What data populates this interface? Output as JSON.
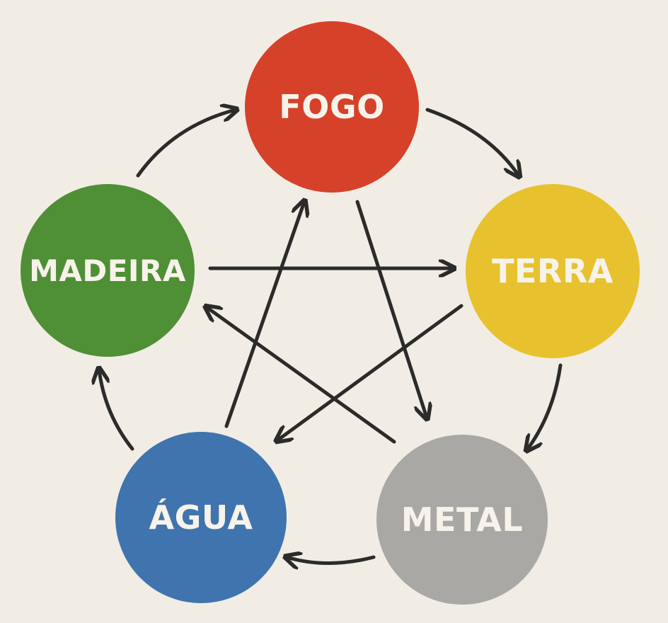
{
  "elements": {
    "fogo": {
      "label": "FOGO",
      "color": "#d6412a"
    },
    "terra": {
      "label": "TERRA",
      "color": "#e7c22e"
    },
    "metal": {
      "label": "METAL",
      "color": "#a9a8a4"
    },
    "agua": {
      "label": "ÁGUA",
      "color": "#3f74ae"
    },
    "madeira": {
      "label": "MADEIRA",
      "color": "#4f8f36"
    }
  },
  "arrow_color": "#2b2b29",
  "generating_cycle": [
    {
      "from": "fogo",
      "to": "terra"
    },
    {
      "from": "terra",
      "to": "metal"
    },
    {
      "from": "metal",
      "to": "agua"
    },
    {
      "from": "agua",
      "to": "madeira"
    },
    {
      "from": "madeira",
      "to": "fogo"
    }
  ],
  "controlling_cycle": [
    {
      "from": "madeira",
      "to": "terra"
    },
    {
      "from": "terra",
      "to": "agua"
    },
    {
      "from": "agua",
      "to": "fogo"
    },
    {
      "from": "fogo",
      "to": "metal"
    },
    {
      "from": "metal",
      "to": "madeira"
    }
  ]
}
